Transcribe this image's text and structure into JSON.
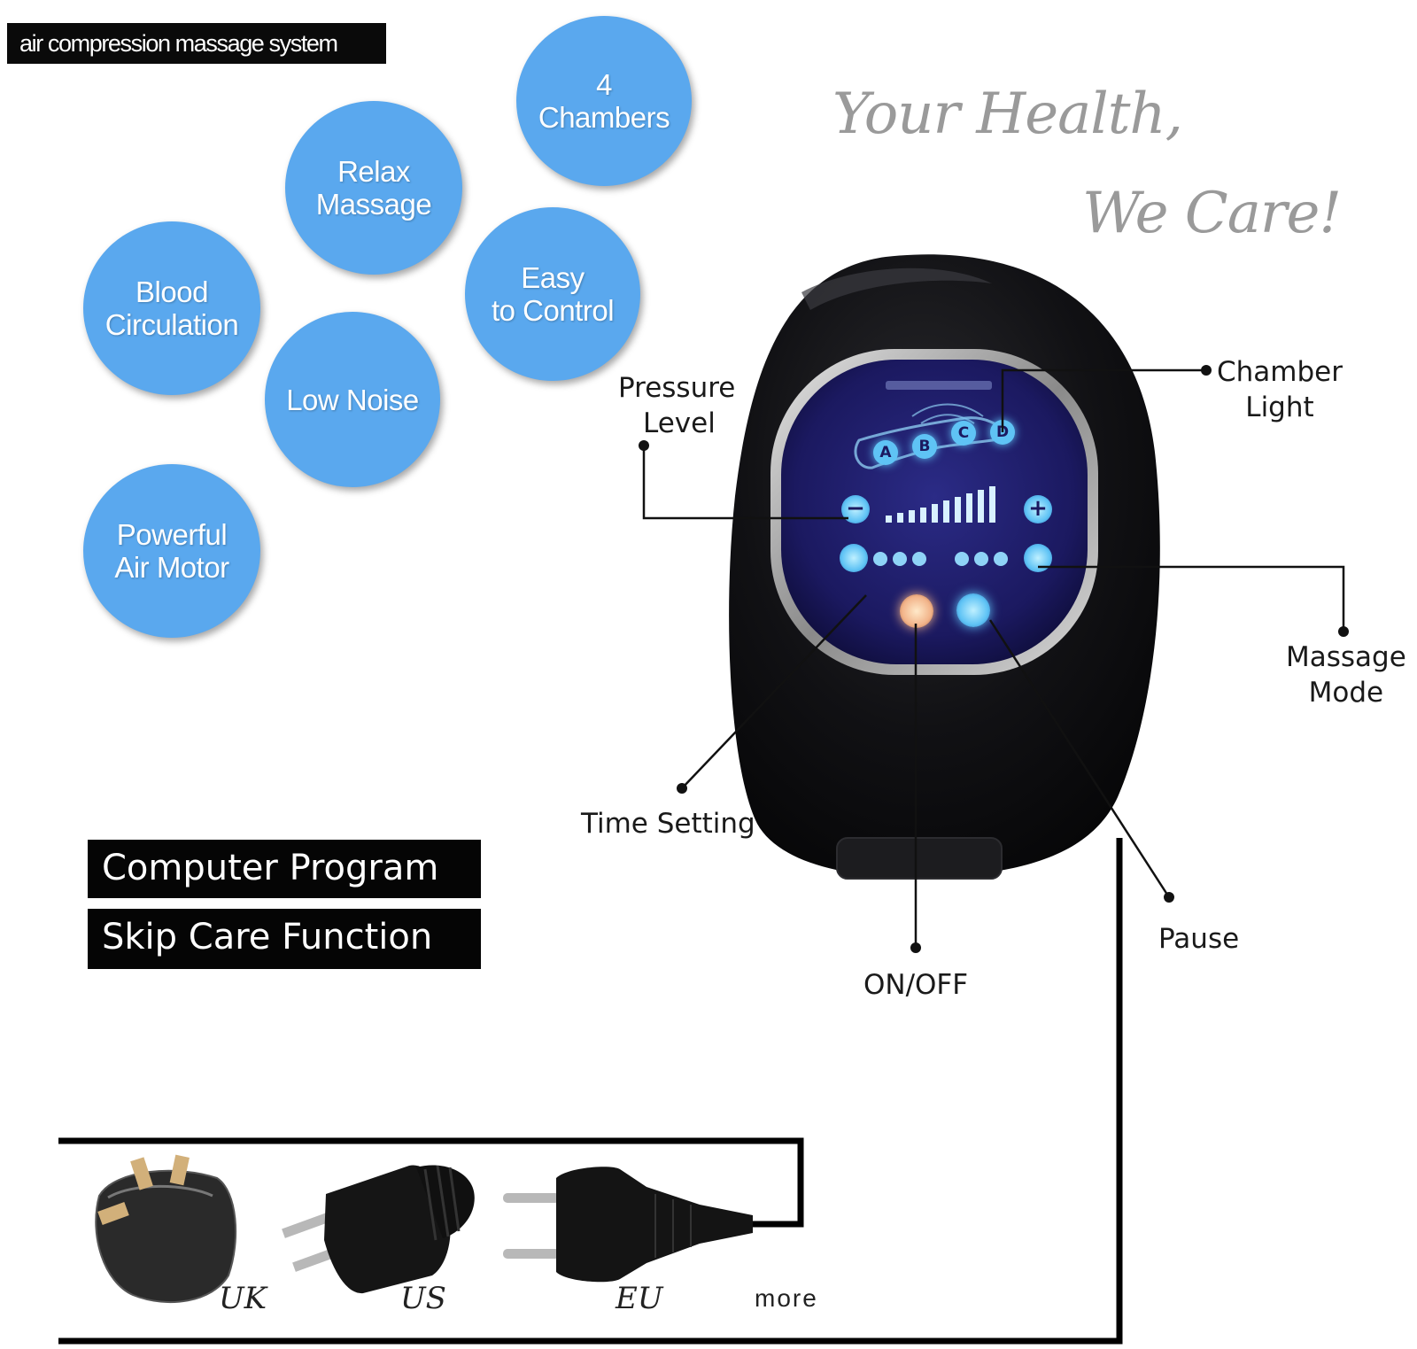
{
  "banner": {
    "text": "air compression massage system"
  },
  "features": [
    {
      "line1": "4",
      "line2": "Chambers"
    },
    {
      "line1": "Relax",
      "line2": "Massage"
    },
    {
      "line1": "Easy",
      "line2": "to Control"
    },
    {
      "line1": "Blood",
      "line2": "Circulation"
    },
    {
      "line1": "Low Noise",
      "line2": ""
    },
    {
      "line1": "Powerful",
      "line2": "Air Motor"
    }
  ],
  "slogan": {
    "line1": "Your Health,",
    "line2": "We Care!"
  },
  "controls": {
    "pressure_level": {
      "line1": "Pressure",
      "line2": "Level"
    },
    "chamber_light": {
      "line1": "Chamber",
      "line2": "Light"
    },
    "massage_mode": {
      "line1": "Massage",
      "line2": "Mode"
    },
    "time_setting": "Time Setting",
    "on_off": "ON/OFF",
    "pause": "Pause"
  },
  "panel": {
    "chambers": [
      "A",
      "B",
      "C",
      "D"
    ],
    "minus": "−",
    "plus": "+"
  },
  "functions": [
    "Computer Program",
    "Skip Care Function"
  ],
  "plugs": {
    "uk": "UK",
    "us": "US",
    "eu": "EU",
    "more": "more"
  },
  "colors": {
    "bubble": "#5aa8ee",
    "device_body": "#0b0b0d",
    "panel_screen": "#1b1960",
    "panel_glow": "#5fc3f5",
    "slogan_gray": "#9a9a9a"
  }
}
